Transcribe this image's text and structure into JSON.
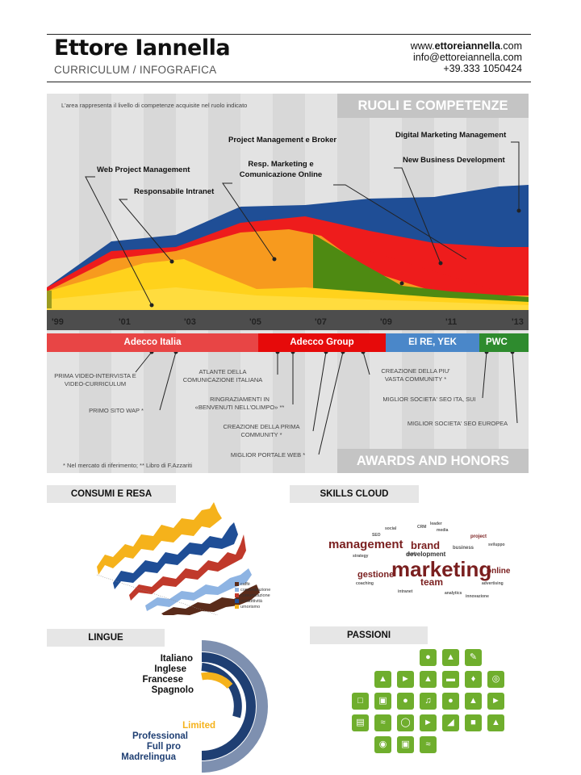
{
  "header": {
    "name": "Ettore Iannella",
    "subtitle": "CURRICULUM / INFOGRAFICA",
    "website_prefix": "www.",
    "website_domain": "ettoreiannella",
    "website_suffix": ".com",
    "email": "info@ettoreiannella.com",
    "phone": "+39.333 1050424"
  },
  "roles": {
    "title": "RUOLI E COMPETENZE",
    "note": "L'area rappresenta il livello di competenze acquisite nel ruolo indicato",
    "labels": [
      "Web Project Management",
      "Responsabile Intranet",
      "Project Management e Broker",
      "Resp. Marketing e",
      "Comunicazione Online",
      "Digital Marketing Management",
      "New Business Development"
    ],
    "years": [
      "'99",
      "'01",
      "'03",
      "'05",
      "'07",
      "'09",
      "'11",
      "'13"
    ],
    "companies": [
      {
        "name": "Adecco Italia",
        "color": "#e84545"
      },
      {
        "name": "Adecco Group",
        "color": "#e60a0a"
      },
      {
        "name": "EI RE, YEK",
        "color": "#4a87c9"
      },
      {
        "name": "PWC",
        "color": "#2e8b2e"
      }
    ],
    "colors": {
      "blue": "#1f4e96",
      "red": "#ee1c1c",
      "orange": "#f79a1e",
      "yellow": "#ffd21c",
      "green": "#4e8a12",
      "dark": "#4d4d4d"
    }
  },
  "awards": {
    "title": "AWARDS AND HONORS",
    "items": [
      "PRIMA VIDEO-INTERVISTA E",
      "VIDEO-CURRICULUM",
      "PRIMO SITO WAP *",
      "ATLANTE DELLA",
      "COMUNICAZIONE ITALIANA",
      "RINGRAZIAMENTI IN",
      "«BENVENUTI NELL'OLIMPO» **",
      "CREAZIONE DELLA PRIMA",
      "COMMUNITY *",
      "MIGLIOR PORTALE WEB *",
      "CREAZIONE DELLA PIU'",
      "VASTA COMMUNITY *",
      "MIGLIOR SOCIETA' SEO ITA, SUI",
      "MIGLIOR SOCIETA' SEO EUROPEA"
    ],
    "footnote": "* Nel mercato di riferimento; ** Libro di F.Azzariti"
  },
  "consumi": {
    "title": "CONSUMI E RESA",
    "legend": [
      {
        "label": "caffè",
        "color": "#5a2b1a"
      },
      {
        "label": "concentrazione",
        "color": "#8eb4e3"
      },
      {
        "label": "comunicazione",
        "color": "#c0392b"
      },
      {
        "label": "produttività",
        "color": "#1f4e96"
      },
      {
        "label": "umorismo",
        "color": "#f5b21b"
      }
    ]
  },
  "skills": {
    "title": "SKILLS CLOUD",
    "words": [
      "management",
      "brand",
      "marketing",
      "development",
      "team",
      "online",
      "gestione",
      "web",
      "SEO",
      "social",
      "media",
      "CRM",
      "leader",
      "project",
      "strategy",
      "business",
      "intranet",
      "analytics",
      "coaching",
      "sviluppo",
      "advertising",
      "innovazione"
    ]
  },
  "lingue": {
    "title": "LINGUE",
    "languages": [
      "Italiano",
      "Inglese",
      "Francese",
      "Spagnolo"
    ],
    "levels": [
      {
        "label": "Limited",
        "color": "#f5b21b"
      },
      {
        "label": "Professional",
        "color": "#1f3f73"
      },
      {
        "label": "Full pro",
        "color": "#1f3f73"
      },
      {
        "label": "Madrelingua",
        "color": "#1f3f73"
      }
    ]
  },
  "passioni": {
    "title": "PASSIONI",
    "icons": [
      "cycling-icon",
      "fitness-icon",
      "writing-icon",
      "cooking-icon",
      "windsurf-icon",
      "running-icon",
      "sailing-icon",
      "boating-icon",
      "horse-riding-icon",
      "rowing-icon",
      "trekking-icon",
      "photo-icon",
      "camera-icon",
      "football-icon",
      "music-icon",
      "tennis-icon",
      "mountain-icon",
      "swimming-icon",
      "suitcase-icon",
      "shooting-icon",
      "computer-icon",
      "kitesurf-icon",
      "hiking-icon",
      "skiing-icon",
      "travel-icon",
      "bus-icon",
      "fishing-icon",
      "dining-icon",
      "cinema-icon",
      "coin-icon",
      "video-icon",
      "reading-icon"
    ]
  }
}
